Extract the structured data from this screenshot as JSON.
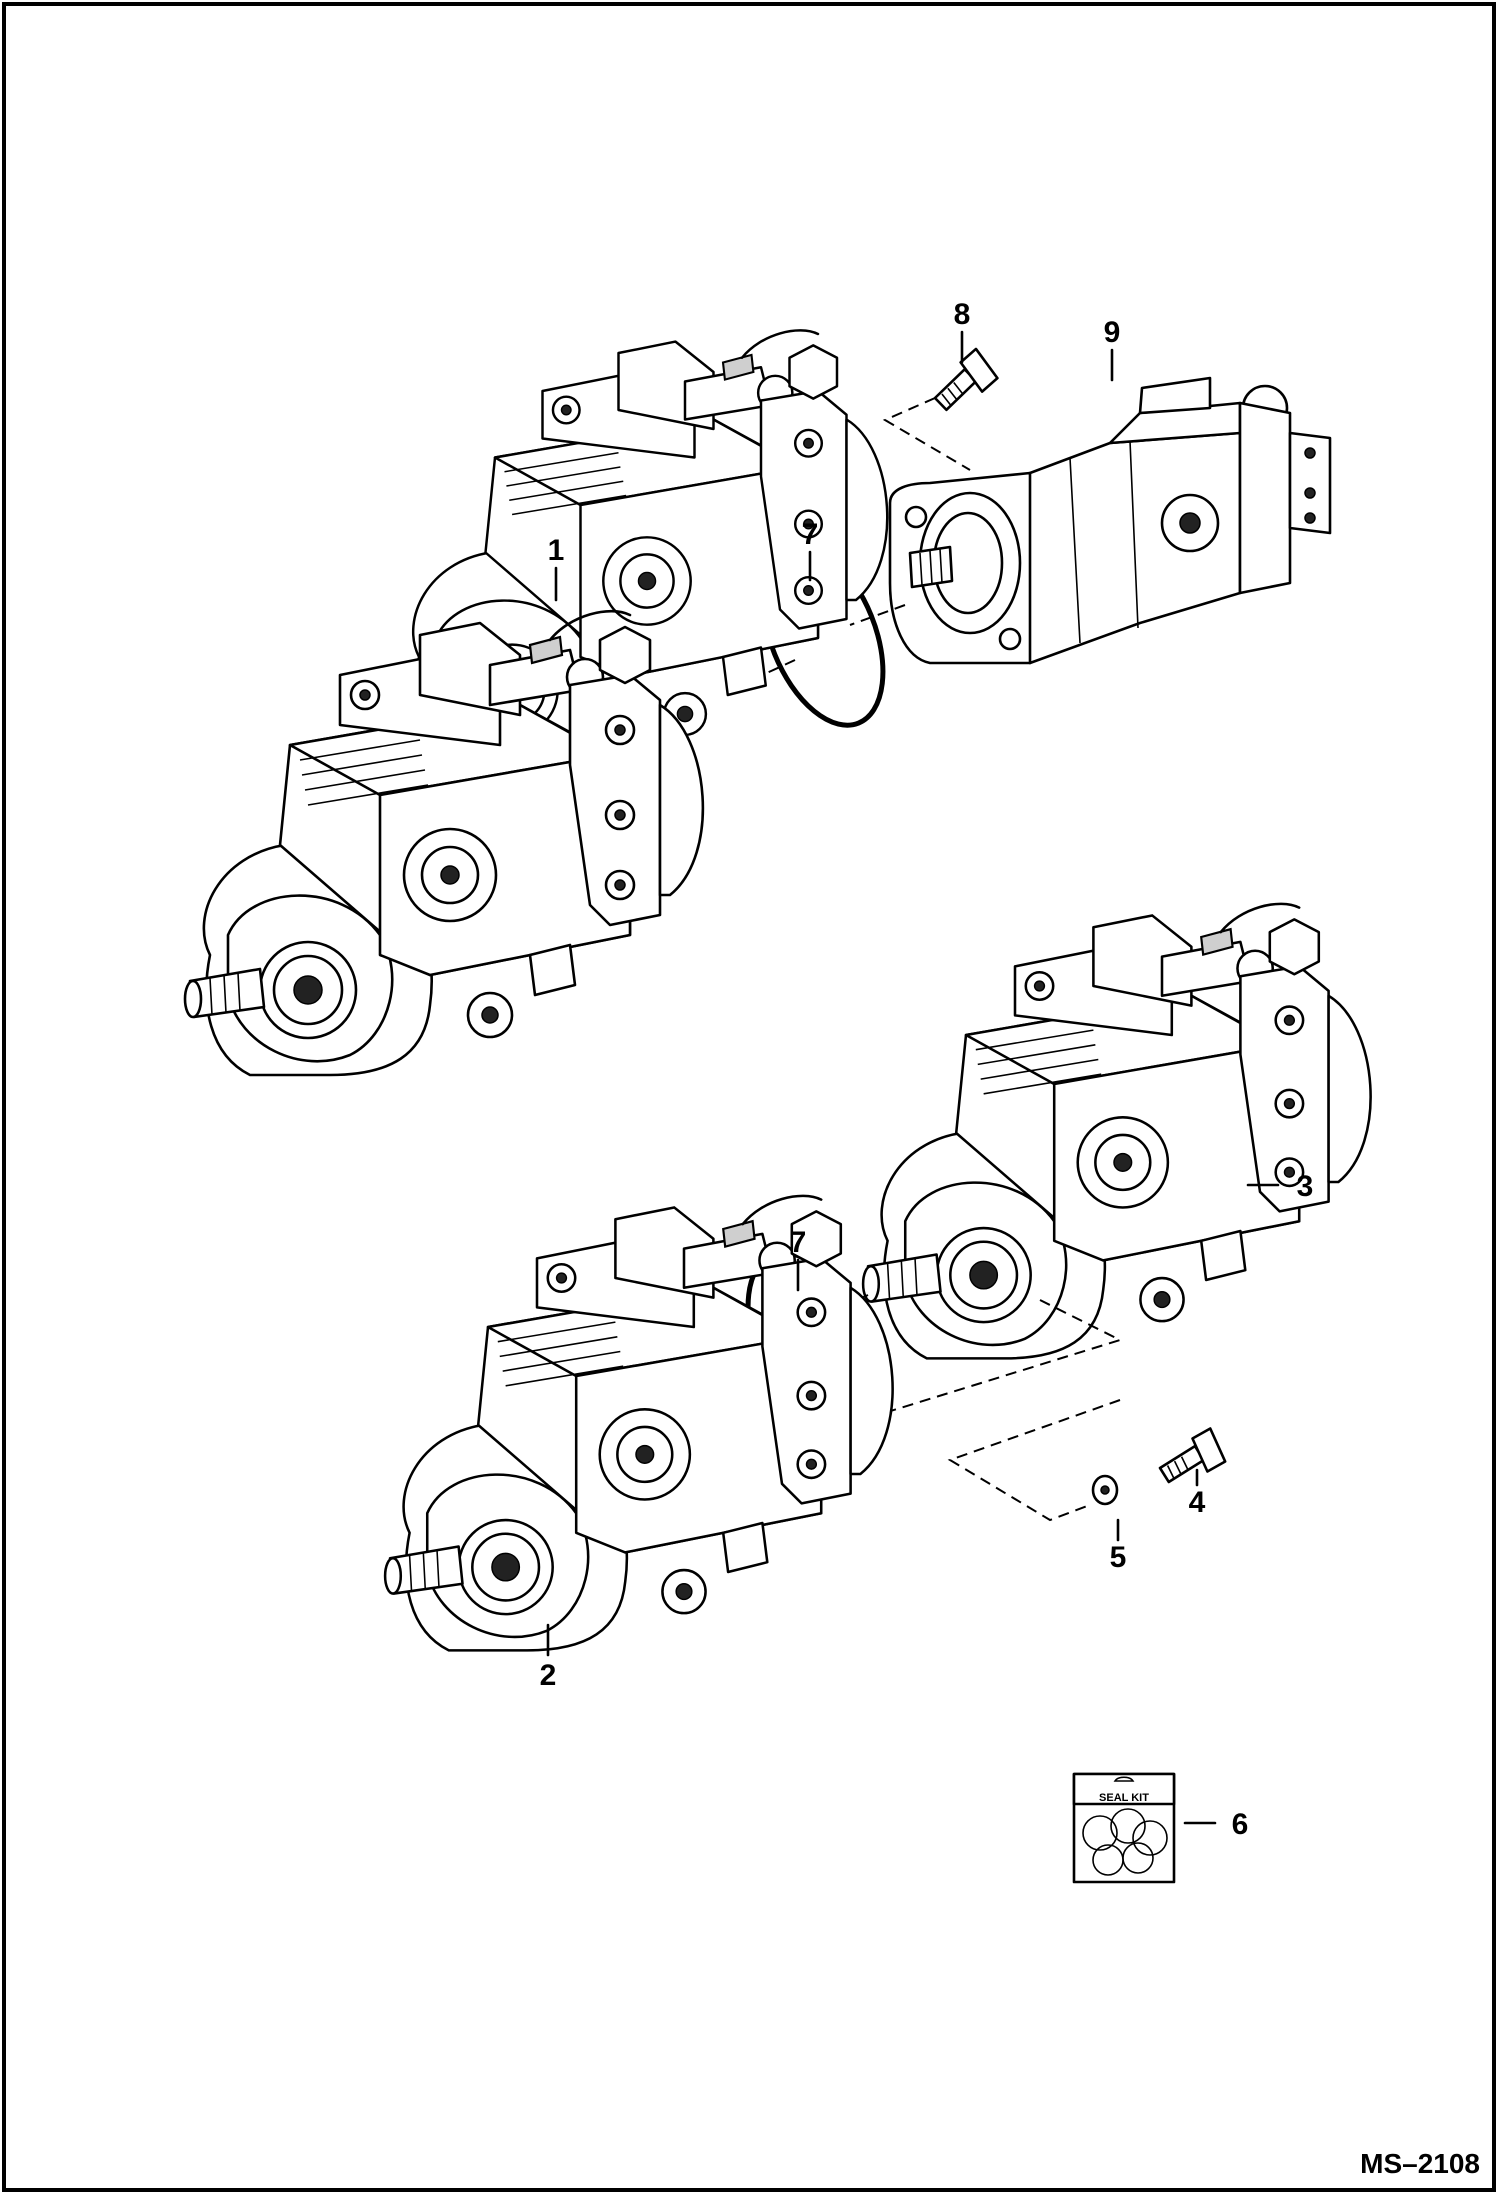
{
  "drawing_number": "MS–2108",
  "callouts": [
    {
      "id": "1",
      "text": "1"
    },
    {
      "id": "2",
      "text": "2"
    },
    {
      "id": "3",
      "text": "3"
    },
    {
      "id": "4",
      "text": "4"
    },
    {
      "id": "5",
      "text": "5"
    },
    {
      "id": "6",
      "text": "6"
    },
    {
      "id": "7a",
      "text": "7"
    },
    {
      "id": "7b",
      "text": "7"
    },
    {
      "id": "8",
      "text": "8"
    },
    {
      "id": "9",
      "text": "9"
    }
  ],
  "seal_kit_label": "SEAL KIT"
}
